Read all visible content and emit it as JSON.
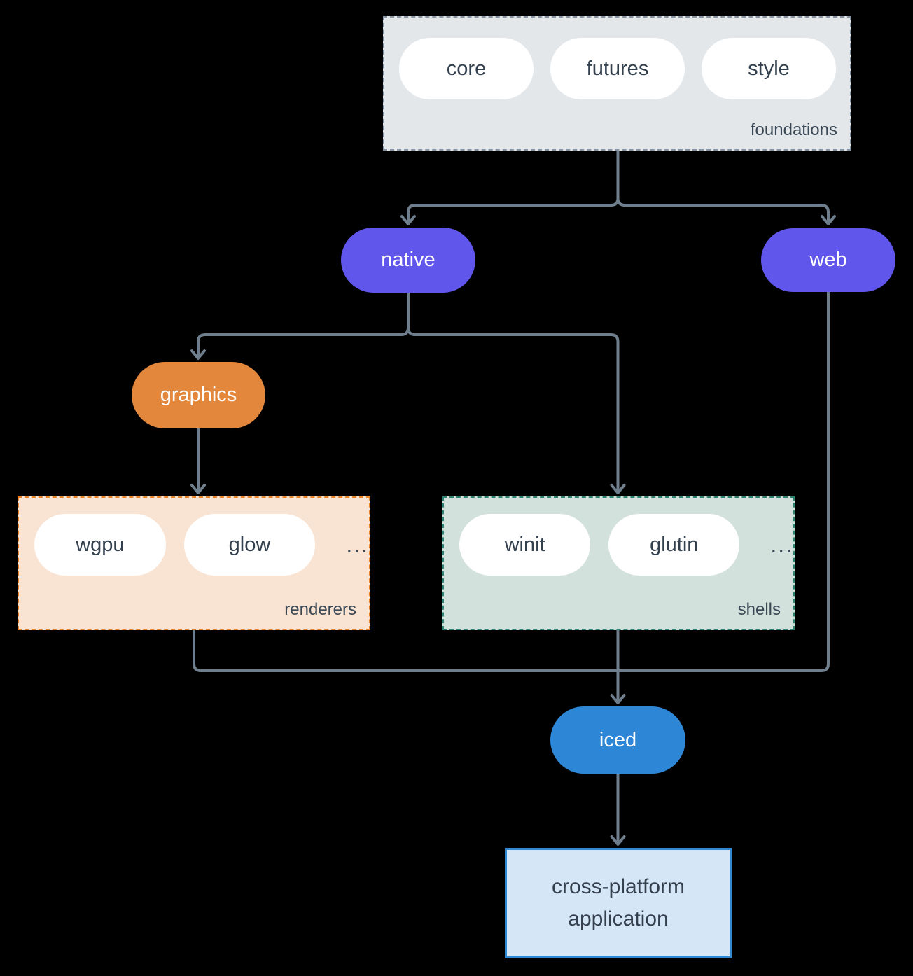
{
  "foundations": {
    "label": "foundations",
    "pills": [
      "core",
      "futures",
      "style"
    ]
  },
  "native": {
    "label": "native"
  },
  "web": {
    "label": "web"
  },
  "graphics": {
    "label": "graphics"
  },
  "renderers": {
    "label": "renderers",
    "pills": [
      "wgpu",
      "glow"
    ],
    "ellipsis": "..."
  },
  "shells": {
    "label": "shells",
    "pills": [
      "winit",
      "glutin"
    ],
    "ellipsis": "..."
  },
  "iced": {
    "label": "iced"
  },
  "application": {
    "label": "cross-platform application"
  },
  "colors": {
    "background": "#000000",
    "foundations_fill": "#e3e7ea",
    "foundations_border": "#8494a4",
    "renderers_fill": "#f9e3d3",
    "renderers_border": "#e8832b",
    "shells_fill": "#d2e1db",
    "shells_border": "#2e8274",
    "purple_node": "#6156ec",
    "orange_node": "#e2873c",
    "blue_node": "#2d87d6",
    "app_fill": "#d5e6f6",
    "app_border": "#3088d2",
    "wire": "#6f7e8d",
    "dark_text": "#33404e",
    "white_pill": "#ffffff"
  }
}
